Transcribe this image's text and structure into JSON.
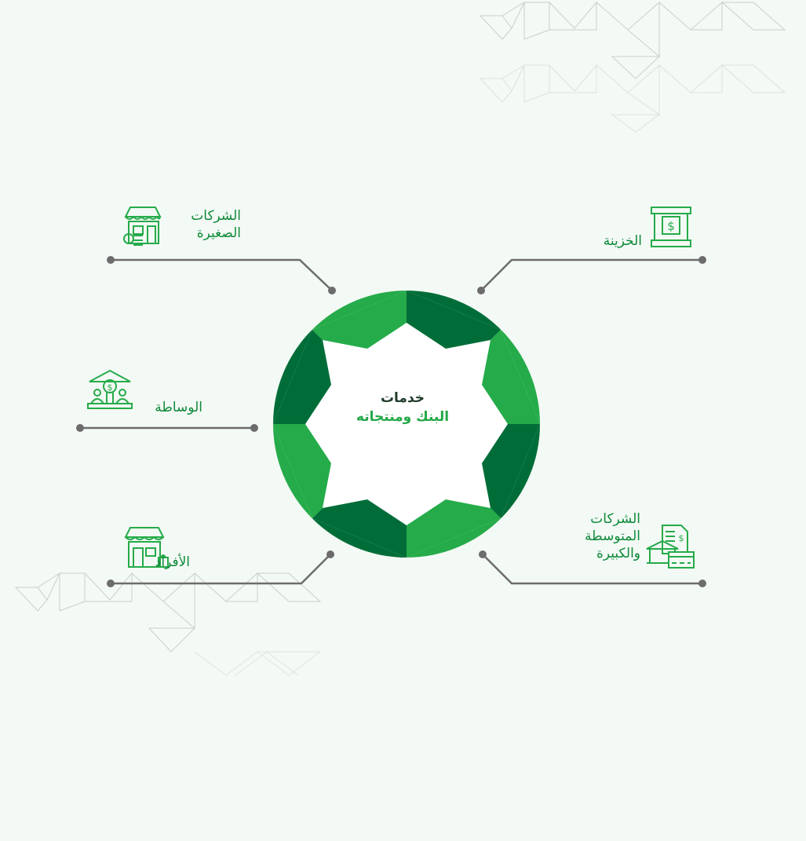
{
  "center": {
    "line1": "خدمات",
    "line2": "البنك ومنتجاته"
  },
  "nodes": {
    "small_business": {
      "line1": "الشركات",
      "line2": "الصغيرة"
    },
    "treasury": {
      "line1": "الخزينة"
    },
    "brokerage": {
      "line1": "الوساطة"
    },
    "individuals": {
      "line1": "الأفراد"
    },
    "corporate": {
      "line1": "الشركات",
      "line2": "المتوسطة",
      "line3": "والكبيرة"
    }
  },
  "icons": {
    "small_business": "storefront-coins-icon",
    "treasury": "bank-dollar-icon",
    "brokerage": "bank-people-icon",
    "individuals": "store-shopping-bag-icon",
    "corporate": "bank-document-card-icon"
  },
  "colors": {
    "dark_green": "#006d38",
    "light_green": "#25ab4a",
    "connector": "#6c6c6c",
    "text_green": "#0e8a3a",
    "background": "#f3f9f4"
  }
}
